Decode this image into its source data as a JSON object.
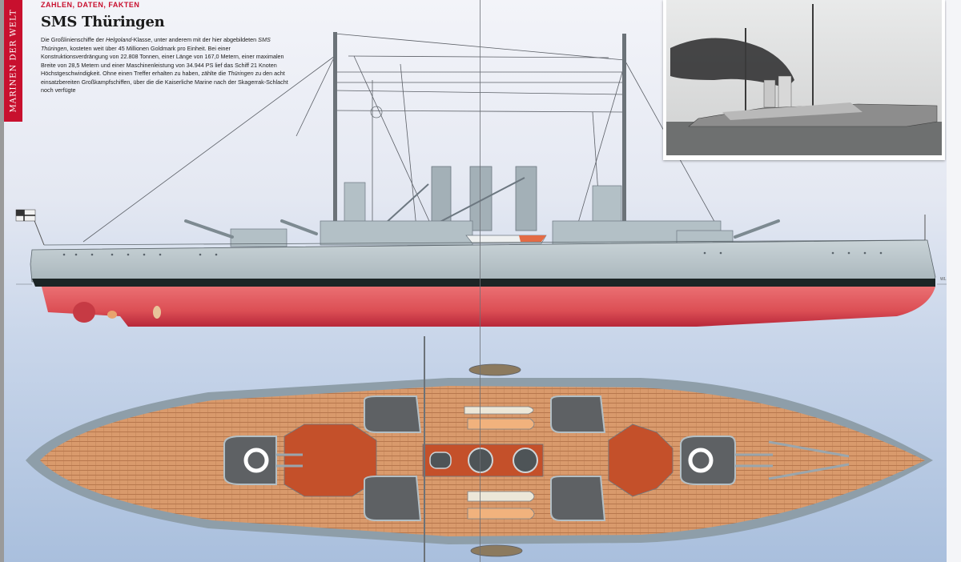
{
  "section_tab": "MARINEN DER WELT",
  "kicker": "ZAHLEN, DATEN, FAKTEN",
  "title": "SMS Thüringen",
  "body": {
    "p1_a": "Die Großlinienschiffe der ",
    "p1_em1": "Helgoland",
    "p1_b": "-Klasse, unter anderem mit der hier abgebildeten ",
    "p1_em2": "SMS Thüringen",
    "p1_c": ", kosteten weit über 45 Millionen Goldmark pro Einheit. Bei einer Konstruktionsverdrängung von 22.808 Tonnen, einer Länge von 167,0 Metern, einer maximalen Breite von 28,5 Metern und einer Maschinenleistung von 34.944 PS lief das Schiff 21 Knoten Höchstgeschwindigkeit. Ohne einen Treffer erhalten zu haben, zählte die ",
    "p1_em3": "Thüringen",
    "p1_d": " zu den acht einsatzbereiten Großkampfschiffen, über die die Kaiserliche Marine nach der Skagerrak-Schlacht noch verfügte"
  },
  "figures": {
    "side_view": "side-profile-illustration",
    "top_view": "deck-plan-illustration",
    "photo": "historic-photo"
  },
  "waterline_label": "WL",
  "colors": {
    "accent": "#c8102e",
    "hull_grey": "#b9c6cc",
    "hull_red": "#e0595e",
    "boot_top": "#1c2526",
    "deck_wood": "#d99a6c",
    "turret": "#5e6164",
    "superstructure_red": "#c4502a"
  }
}
